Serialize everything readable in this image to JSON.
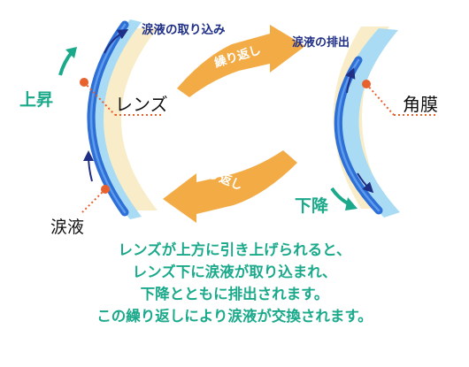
{
  "labels": {
    "tear_intake": "涙液の取り込み",
    "tear_discharge": "涙液の排出",
    "rise": "上昇",
    "lens": "レンズ",
    "cornea": "角膜",
    "fall": "下降",
    "tear_fluid": "涙液",
    "repeat_top": "繰り返し",
    "repeat_bottom": "繰り返し"
  },
  "caption": [
    "レンズが上方に引き上げられると、",
    "レンズ下に涙液が取り込まれ、",
    "下降とともに排出されます。",
    "この繰り返しにより涙液が交換されます。"
  ],
  "colors": {
    "cornea": "#f8edc8",
    "tear": "#a9dcf4",
    "lens": "#2d6fd6",
    "arrow_orange": "#f3ac45",
    "green": "#1aa98a",
    "navy": "#1f2f86",
    "marker": "#e8602c"
  }
}
